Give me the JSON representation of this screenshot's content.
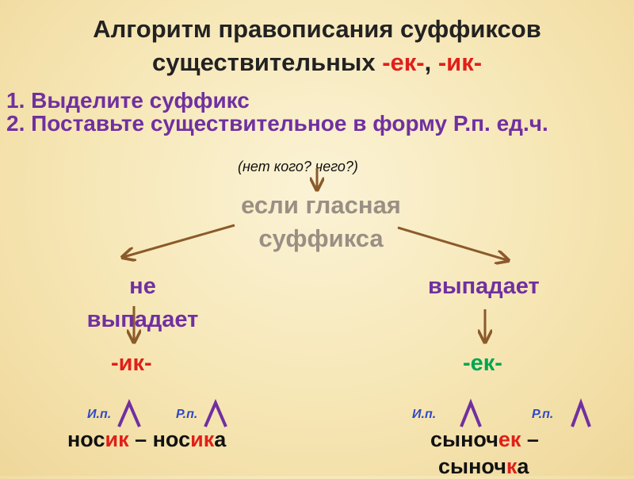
{
  "title": {
    "line1": "Алгоритм правописания суффиксов",
    "line2_prefix": "существительных ",
    "suffix_ek": "-ек-",
    "separator": ", ",
    "suffix_ik": "-ик-"
  },
  "steps": [
    "1. Выделите суффикс",
    "2. Поставьте существительное в форму Р.п. ед.ч."
  ],
  "hint": "(нет кого? чего?)",
  "condition": "если гласная суффикса",
  "left_branch": {
    "label": "не выпадает",
    "suffix": "-ик-",
    "case1": "И.п.",
    "case2": "Р.п.",
    "word1_root": "нос",
    "word1_suffix": "ик",
    "dash": " – ",
    "word2_root": "нос",
    "word2_suffix": "ик",
    "word2_ending": "а"
  },
  "right_branch": {
    "label": "выпадает",
    "suffix": "-ек-",
    "case1": "И.п.",
    "case2": "Р.п.",
    "word1_root": "сыноч",
    "word1_suffix": "ек",
    "dash": " –",
    "word2_root": "сыноч",
    "word2_suffix": "к",
    "word2_ending": "а"
  },
  "colors": {
    "arrow": "#8b5a2b",
    "red": "#e0201a",
    "green": "#00a651",
    "purple": "#7030a0",
    "blue": "#2e49c8",
    "grey": "#9a8f84"
  }
}
